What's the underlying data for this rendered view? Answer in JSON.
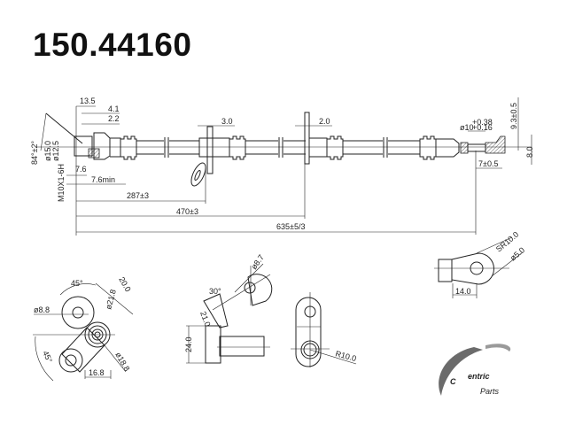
{
  "part_number": "150.44160",
  "dimensions": {
    "d13_5": "13.5",
    "d4_1": "4.1",
    "d2_2": "2.2",
    "angle84": "84°±2°",
    "dia15": "ø15.0",
    "dia12_5": "ø12.5",
    "thread": "M10X1-6H",
    "d7_6": "7.6",
    "d7_6min": "7.6min",
    "d3_0": "3.0",
    "d2_0": "2.0",
    "len287": "287±3",
    "len470": "470±3",
    "len635": "635±5/3",
    "dia10": "ø10",
    "dia10_tol_upper": "+0.38",
    "dia10_tol_lower": "+0.16",
    "d9_3": "9.3±0.5",
    "d8_0": "8.0",
    "d7": "7±0.5",
    "sr10": "SR10.0",
    "dia5": "ø5.0",
    "d14": "14.0",
    "ang45a": "45°",
    "ang45b": "45°",
    "d20": "20.0",
    "dia21_8": "ø21.8",
    "dia8_8": "ø8.8",
    "d16_8": "16.8",
    "dia18_8": "ø18.8",
    "dia8_7": "ø8.7",
    "ang30": "30°",
    "d21": "21.0",
    "d24": "24.0",
    "r10": "R10.0"
  },
  "logo": {
    "brand": "Centric",
    "sub": "Parts"
  },
  "colors": {
    "ink": "#222222",
    "logo_gray": "#6b6b6b"
  }
}
